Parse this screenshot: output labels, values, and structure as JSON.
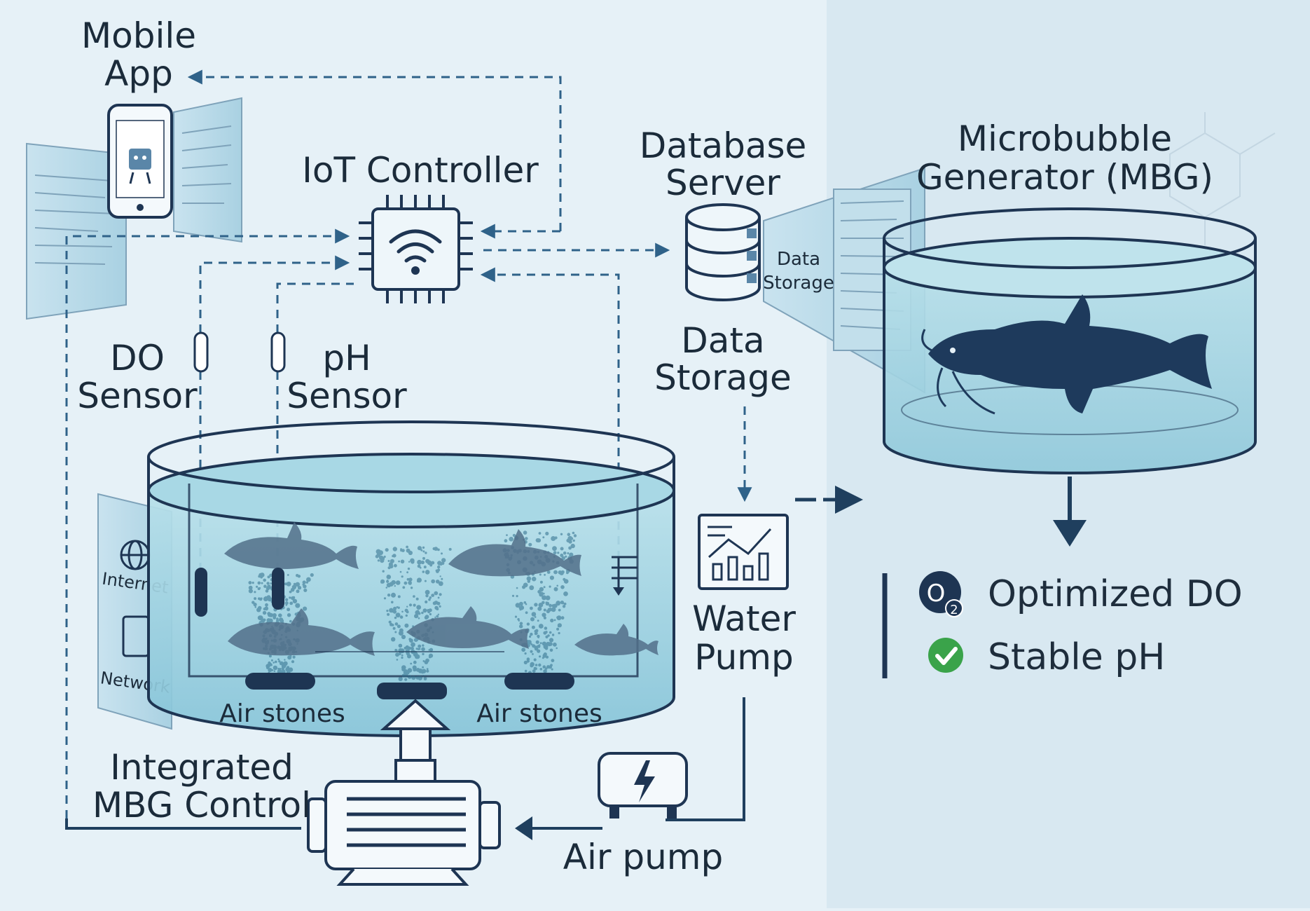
{
  "labels": {
    "mobile_app_line1": "Mobile",
    "mobile_app_line2": "App",
    "iot_controller": "IoT Controller",
    "database_line1": "Database",
    "database_line2": "Server",
    "db_panel_line1": "Data",
    "db_panel_line2": "Storage",
    "data_storage_line1": "Data",
    "data_storage_line2": "Storage",
    "mbg_line1": "Microbubble",
    "mbg_line2": "Generator (MBG)",
    "do_sensor_line1": "DO",
    "do_sensor_line2": "Sensor",
    "ph_sensor_line1": "pH",
    "ph_sensor_line2": "Sensor",
    "air_stones_left": "Air stones",
    "air_stones_right": "Air stones",
    "water_pump_line1": "Water",
    "water_pump_line2": "Pump",
    "integrated_line1": "Integrated",
    "integrated_line2": "MBG Control",
    "air_pump": "Air pump",
    "internet_panel_top": "Internet",
    "internet_panel_bottom": "Network",
    "o2_symbol": "O",
    "o2_subscript": "2"
  },
  "legend": [
    {
      "icon": "o2-icon",
      "text": "Optimized DO"
    },
    {
      "icon": "check-circle-icon",
      "text": "Stable pH"
    }
  ],
  "colors": {
    "background": "#e6f1f7",
    "right_panel": "#d8e8f1",
    "water": "#9fd0df",
    "line_dark": "#1f3f5e",
    "fish": "#1e3a5c",
    "check_green": "#3aa34a",
    "o2_navy": "#1e3553"
  }
}
